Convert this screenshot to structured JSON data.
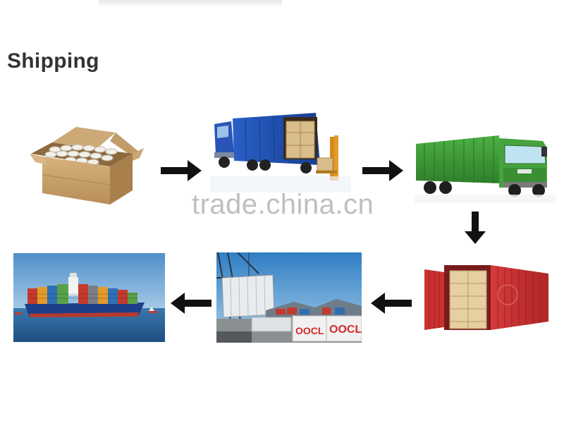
{
  "header": {
    "title": "Shipping"
  },
  "watermark": {
    "text": "trade.china.cn"
  },
  "photo_print": {
    "container_brand": "OOCL"
  },
  "steps": [
    {
      "id": "packed-carton",
      "icon": "carton-box"
    },
    {
      "id": "container-truck-loading",
      "icon": "blue-container-truck"
    },
    {
      "id": "road-transport",
      "icon": "green-cargo-truck"
    },
    {
      "id": "loaded-container",
      "icon": "red-shipping-container"
    },
    {
      "id": "port-crane-loading",
      "icon": "port-crane"
    },
    {
      "id": "ocean-freight",
      "icon": "container-ship"
    }
  ],
  "colors": {
    "arrow": "#111111",
    "title": "#333333",
    "blue_truck": "#1f4fb5",
    "green_truck": "#3f9a3a",
    "red_container": "#cf3434",
    "carton": "#c9a16b",
    "sea": "#2f6da3"
  }
}
